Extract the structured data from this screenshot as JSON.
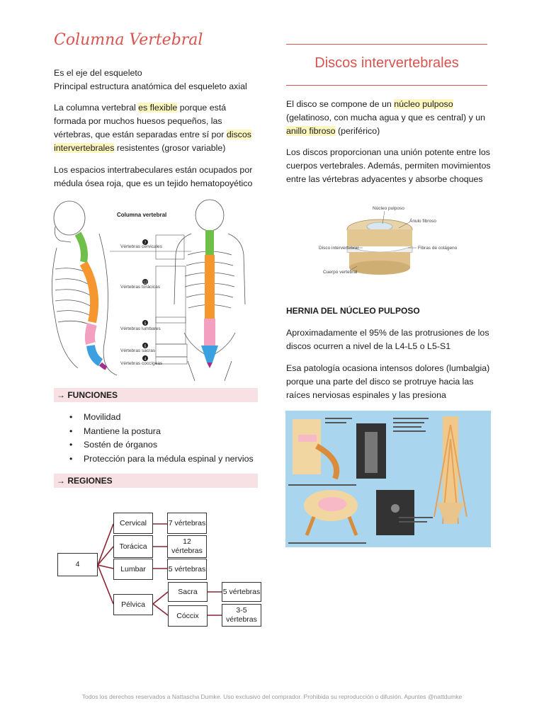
{
  "left": {
    "title": "Columna Vertebral",
    "intro_line1": "Es el eje del esqueleto",
    "intro_line2": "Principal estructura anatómica del esqueleto axial",
    "p2_a": "La columna vertebral ",
    "p2_hl1": "es flexible",
    "p2_b": " porque está formada por muchos huesos pequeños, las vértebras, que están separadas entre sí por ",
    "p2_hl2": "discos intervertebrales",
    "p2_c": " resistentes (grosor variable)",
    "p3": "Los espacios intertrabeculares están ocupados por médula ósea roja, que es un tejido hematopoyético",
    "figure": {
      "title": "Columna vertebral",
      "labels": [
        "Vértebras cervicales",
        "Vértebras torácicas",
        "Vértebras lumbares",
        "Vértebras sacras",
        "Vértebras coccígeas"
      ],
      "numbers": [
        "7",
        "12",
        "5",
        "5",
        "4"
      ]
    },
    "funciones_header": "→ FUNCIONES",
    "funciones": [
      "Movilidad",
      "Mantiene la postura",
      "Sostén de órganos",
      "Protección para la médula espinal y nervios"
    ],
    "regiones_header": "→ REGIONES",
    "tree": {
      "root": "4",
      "cervical": "Cervical",
      "cervical_n": "7 vértebras",
      "toracica": "Torácica",
      "toracica_n": "12 vértebras",
      "lumbar": "Lumbar",
      "lumbar_n": "5 vértebras",
      "pelvica": "Pélvica",
      "sacra": "Sacra",
      "sacra_n": "5 vértebras",
      "coccix": "Cóccix",
      "coccix_n": "3-5 vértebras"
    }
  },
  "right": {
    "title": "Discos intervertebrales",
    "p1_a": "El disco se compone de un ",
    "p1_hl1": "núcleo pulposo",
    "p1_b": " (gelatinoso, con mucha agua y que es central) y un ",
    "p1_hl2": "anillo fibroso",
    "p1_c": " (periférico)",
    "p2": "Los discos proporcionan una unión potente entre los cuerpos vertebrales. Además, permiten movimientos entre las vértebras adyacentes y absorbe choques",
    "disc_figure": {
      "labels": [
        "Núcleo pulposo",
        "Ánulo fibroso",
        "Disco intervertebral",
        "Fibras de colágeno",
        "Cuerpo vertebral"
      ]
    },
    "hernia_title": "HERNIA DEL NÚCLEO PULPOSO",
    "hernia_p1": "Aproximadamente el 95% de las protrusiones de los discos ocurren a nivel de la L4-L5 o L5-S1",
    "hernia_p2": "Esa patología ocasiona intensos dolores (lumbalgia) porque una parte del disco se protruye hacia las raíces nerviosas espinales y las presiona"
  },
  "footer": "Todos los derechos reservados a Nattascha Dumke. Uso exclusivo del comprador. Prohibida su reproducción o difusión. Apuntes @nattdumke",
  "colors": {
    "accent": "#d9534f",
    "highlight": "#fdf7bf",
    "section_bar": "#f8e1e4",
    "cervical": "#6fbf4a",
    "thoracic": "#f5962f",
    "lumbar": "#f39fc0",
    "sacral": "#3aa0e0",
    "coccyx": "#a0308a",
    "figure_bg": "#a9d6ee"
  }
}
